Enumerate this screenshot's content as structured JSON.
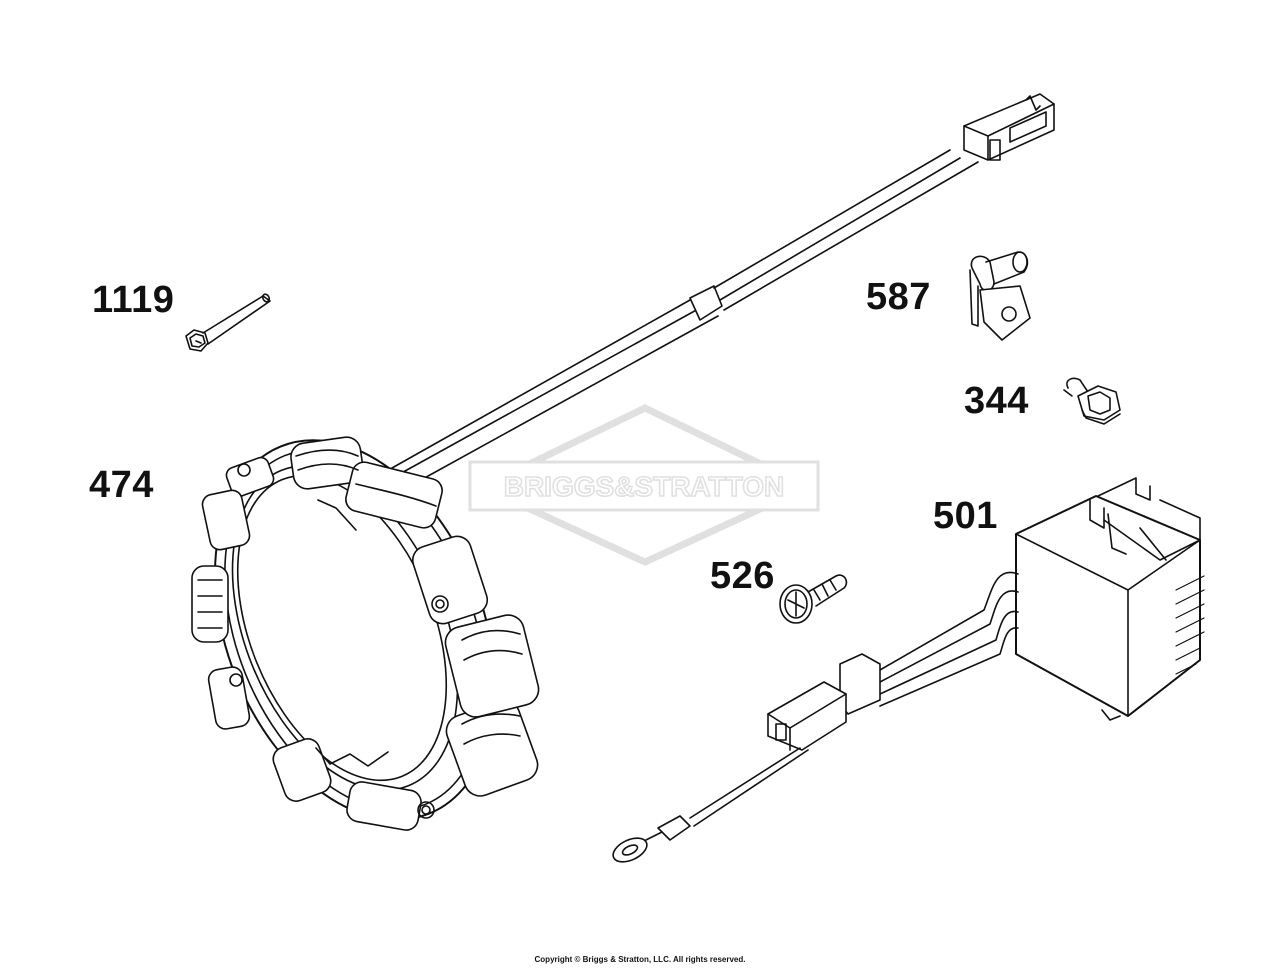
{
  "diagram": {
    "watermark": "BRIGGS&STRATTON",
    "copyright": "Copyright © Briggs & Stratton, LLC. All rights reserved.",
    "parts": [
      {
        "id": "1119",
        "label": "1119",
        "name": "bolt"
      },
      {
        "id": "587",
        "label": "587",
        "name": "wire-clip"
      },
      {
        "id": "344",
        "label": "344",
        "name": "flange-screw"
      },
      {
        "id": "474",
        "label": "474",
        "name": "alternator-stator"
      },
      {
        "id": "501",
        "label": "501",
        "name": "regulator-rectifier"
      },
      {
        "id": "526",
        "label": "526",
        "name": "screw"
      }
    ]
  }
}
